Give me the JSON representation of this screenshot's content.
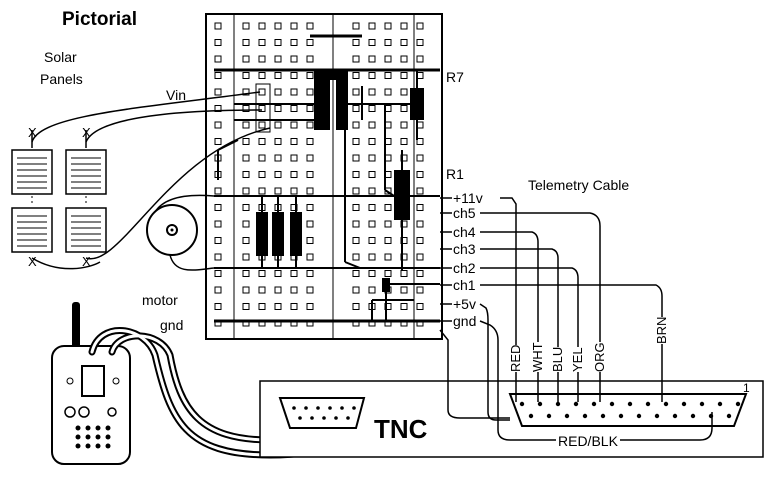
{
  "title": "Pictorial",
  "labels": {
    "solar_line1": "Solar",
    "solar_line2": "Panels",
    "vin": "Vin",
    "r7": "R7",
    "r1": "R1",
    "telemetry": "Telemetry Cable",
    "motor": "motor",
    "gnd_left": "gnd",
    "tnc": "TNC",
    "red_blk": "RED/BLK",
    "pin1": "1"
  },
  "connector_pins": [
    "+11v",
    "ch5",
    "ch4",
    "ch3",
    "ch2",
    "ch1",
    "+5v",
    "gnd"
  ],
  "wire_colors": [
    "RED",
    "WHT",
    "BLU",
    "YEL",
    "ORG",
    "BRN"
  ]
}
